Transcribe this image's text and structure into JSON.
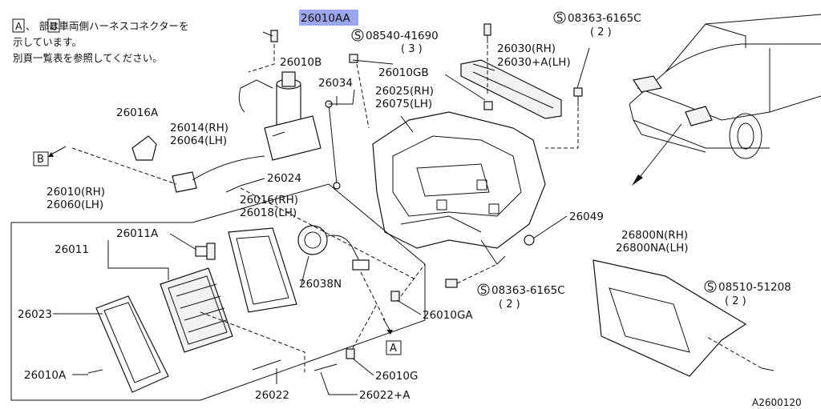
{
  "notes": {
    "box_a": "A",
    "box_b": "B",
    "line1": "、 部は車両側ハーネスコネクターを",
    "line2": "示しています。",
    "line3": "別頁一覧表を参照してください。"
  },
  "connector_tags": {
    "a": "A",
    "b": "B"
  },
  "labels": {
    "p26010AA": "26010AA",
    "p08540": "08540-41690",
    "p08540_qty": "( 3 )",
    "p08363_top": "08363-6165C",
    "p08363_top_qty": "( 2 )",
    "p26010B": "26010B",
    "p26010GB": "26010GB",
    "p26030_rh": "26030(RH)",
    "p26030_lh": "26030+A(LH)",
    "p26034": "26034",
    "p26025_rh": "26025(RH)",
    "p26075_lh": "26075(LH)",
    "p26016A": "26016A",
    "p26014_rh": "26014(RH)",
    "p26064_lh": "26064(LH)",
    "p26024": "26024",
    "p26010_rh": "26010(RH)",
    "p26060_lh": "26060(LH)",
    "p26016_rh": "26016(RH)",
    "p26018_lh": "26018(LH)",
    "p26011A": "26011A",
    "p26011": "26011",
    "p26038N": "26038N",
    "p26049": "26049",
    "p26800N_rh": "26800N(RH)",
    "p26800NA_lh": "26800NA(LH)",
    "p08363_mid": "08363-6165C",
    "p08363_mid_qty": "( 2 )",
    "p08510": "08510-51208",
    "p08510_qty": "( 2 )",
    "p26023": "26023",
    "p26010GA": "26010GA",
    "p26010A": "26010A",
    "p26010G": "26010G",
    "p26022": "26022",
    "p26022A": "26022+A",
    "screw_symbol": "S"
  },
  "highlight_color": "#9aa6ee",
  "diagram_ref": "A2600120"
}
